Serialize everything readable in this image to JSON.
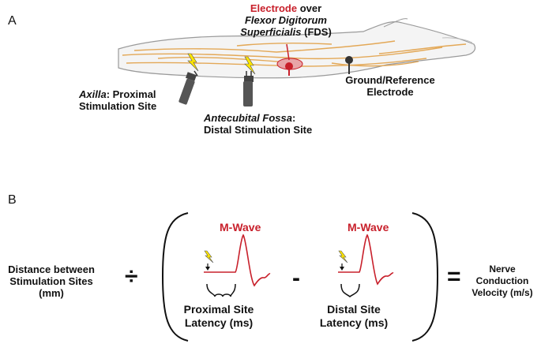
{
  "panel_a": {
    "letter": "A",
    "electrode_word": "Electrode",
    "electrode_over": " over",
    "fds_line1": "Flexor Digitorum",
    "fds_line2_italic": "Superficialis",
    "fds_line2_rest": " (FDS)",
    "axilla_italic": "Axilla",
    "axilla_rest": ": Proximal",
    "axilla_line2": "Stimulation Site",
    "fossa_italic": "Antecubital Fossa",
    "fossa_rest": ":",
    "fossa_line2": "Distal Stimulation Site",
    "ground_line1": "Ground/Reference",
    "ground_line2": "Electrode"
  },
  "panel_b": {
    "letter": "B",
    "distance_line1": "Distance between",
    "distance_line2": "Stimulation Sites",
    "distance_line3": "(mm)",
    "divide_symbol": "÷",
    "minus_symbol": "-",
    "equals_symbol": "=",
    "mwave_left": "M-Wave",
    "mwave_right": "M-Wave",
    "proximal_line1": "Proximal Site",
    "proximal_line2": "Latency (ms)",
    "distal_line1": "Distal Site",
    "distal_line2": "Latency (ms)",
    "ncv_line1": "Nerve",
    "ncv_line2": "Conduction",
    "ncv_line3": "Velocity (m/s)"
  },
  "colors": {
    "accent_red": "#c8202b",
    "nerve_orange": "#e3a857",
    "bolt_yellow": "#ffe600",
    "arm_fill": "#f4f4f4",
    "arm_stroke": "#9a9a9a"
  }
}
